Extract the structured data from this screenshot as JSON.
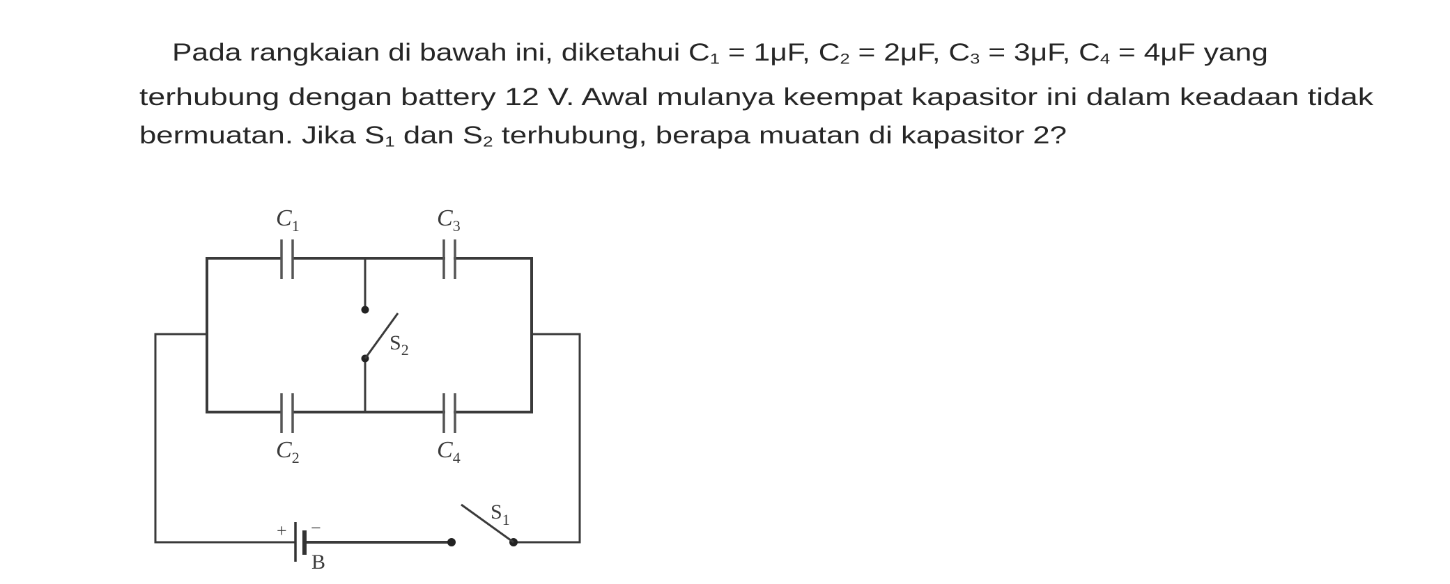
{
  "question": {
    "lines": [
      {
        "segments": [
          {
            "text": "Pada rangkaian di bawah ini, diketahui C"
          },
          {
            "sub": "1"
          },
          {
            "text": " = 1μF, C"
          },
          {
            "sub": "2"
          },
          {
            "text": " = 2μF, C"
          },
          {
            "sub": "3"
          },
          {
            "text": " = 3μF, C"
          },
          {
            "sub": "4"
          },
          {
            "text": " = 4μF yang"
          }
        ],
        "plain": "Pada rangkaian di bawah ini, diketahui C₁ = 1μF, C₂ = 2μF, C₃ = 3μF, C₄ = 4μF yang"
      },
      {
        "segments": [
          {
            "text": "terhubung dengan battery 12 V. Awal mulanya keempat kapasitor ini dalam keadaan tidak"
          }
        ],
        "plain": "terhubung dengan battery 12 V. Awal mulanya keempat kapasitor ini dalam keadaan tidak"
      },
      {
        "segments": [
          {
            "text": "bermuatan. Jika S"
          },
          {
            "sub": "1"
          },
          {
            "text": " dan S"
          },
          {
            "sub": "2"
          },
          {
            "text": " terhubung, berapa muatan di kapasitor 2?"
          }
        ],
        "plain": "bermuatan. Jika S₁ dan S₂ terhubung, berapa muatan di kapasitor 2?"
      }
    ],
    "given": {
      "C1": "1μF",
      "C2": "2μF",
      "C3": "3μF",
      "C4": "4μF",
      "battery_voltage": "12 V"
    }
  },
  "circuit": {
    "capacitors": [
      {
        "id": "C1",
        "symbol": "C",
        "sub": "1",
        "position": "top-left"
      },
      {
        "id": "C3",
        "symbol": "C",
        "sub": "3",
        "position": "top-right"
      },
      {
        "id": "C2",
        "symbol": "C",
        "sub": "2",
        "position": "bottom-left"
      },
      {
        "id": "C4",
        "symbol": "C",
        "sub": "4",
        "position": "bottom-right"
      }
    ],
    "switches": [
      {
        "id": "S1",
        "symbol": "S",
        "sub": "1",
        "state": "open"
      },
      {
        "id": "S2",
        "symbol": "S",
        "sub": "2",
        "state": "open"
      }
    ],
    "battery": {
      "label": "B",
      "plus": "+",
      "minus": "−"
    }
  },
  "colors": {
    "text": "#262626",
    "wire": "#3a3a3a",
    "background": "#ffffff"
  }
}
